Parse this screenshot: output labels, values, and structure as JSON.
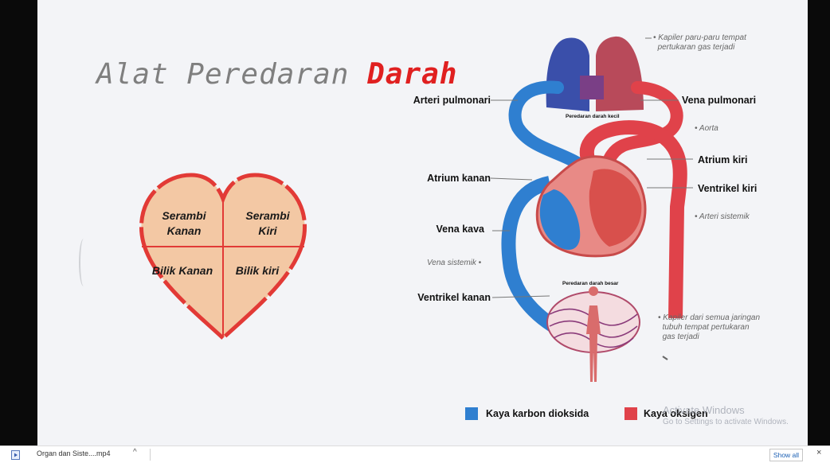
{
  "slide": {
    "title_main": "Alat Peredaran ",
    "title_accent": "Darah"
  },
  "heart": {
    "q1": [
      "Serambi",
      "Kanan"
    ],
    "q2": [
      "Serambi",
      "Kiri"
    ],
    "q3": "Bilik Kanan",
    "q4": "Bilik kiri",
    "fill": "#f3c8a4",
    "border": "#e23a36"
  },
  "diagram": {
    "labels": {
      "arteri_pulmonari": "Arteri pulmonari",
      "vena_pulmonari": "Vena pulmonari",
      "atrium_kanan": "Atrium kanan",
      "atrium_kiri": "Atrium kiri",
      "ventrikel_kiri": "Ventrikel kiri",
      "vena_kava": "Vena kava",
      "ventrikel_kanan": "Ventrikel kanan"
    },
    "notes": {
      "kapiler_paru": [
        "Kapiler paru-paru tempat",
        "pertukaran gas terjadi"
      ],
      "aorta": "Aorta",
      "arteri_sistemik": "Arteri sistemik",
      "vena_sistemik": "Vena sistemik",
      "kapiler_jaringan": [
        "Kapiler dari semua jaringan",
        "tubuh tempat pertukaran",
        "gas terjadi"
      ]
    },
    "small_labels": {
      "peredaran_kecil": "Peredaran darah kecil",
      "peredaran_besar": "Peredaran darah besar"
    },
    "legend": {
      "blue_label": "Kaya karbon dioksida",
      "red_label": "Kaya oksigen",
      "blue_color": "#2f7fd0",
      "red_color": "#e0424a"
    }
  },
  "watermark": {
    "line1": "Activate Windows",
    "line2": "Go to Settings to activate Windows."
  },
  "download_bar": {
    "file_name": "Organ dan Siste....mp4",
    "show_all": "Show all"
  }
}
